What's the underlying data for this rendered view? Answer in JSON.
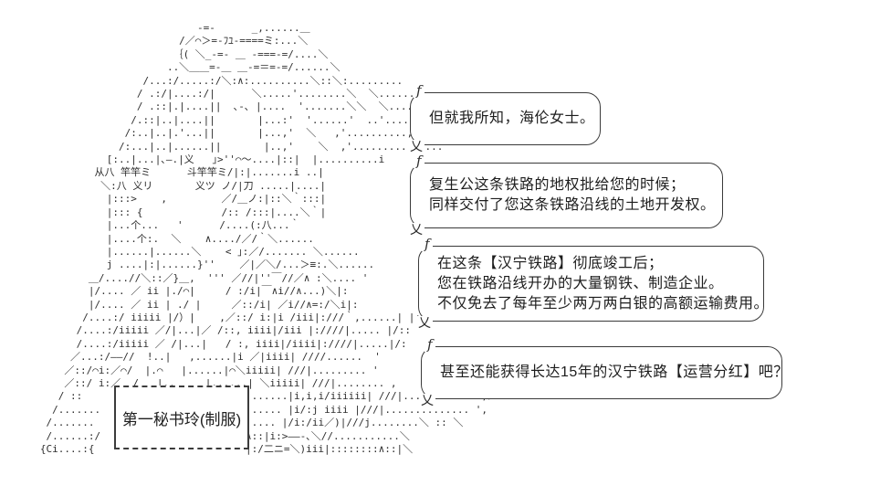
{
  "scene": {
    "background_color": "#ffffff",
    "ink_color": "#2e2e2e"
  },
  "character": {
    "name_label": "第一秘书玲(制服)",
    "ascii_art": [
      "                             -=-      _,......＿",
      "                          /／⌒＞=-ﾌﾕ-====ミ:...＼",
      "                         ｛( ＼_-=- ＿ -===-=/....＼",
      "                        ..＼＿＿=-＿ ＿-=＝=-=/......＼",
      "                    /...:/.....:/＼:∧:..........＼::＼:.........",
      "                   / .:/|....:/|      ＼.....'........＼  ＼..........",
      "                   / .::|.|....||  ､-､ |....  '.......＼＼  ＼......,",
      "                  /.::|..|....||       |...:'  '......'  ..'............",
      "                 /:..|..|.'...||       |...,'  ＼   ,'..........,......",
      "                /:...|..|......||       |..,'    ＼  ,'.........,.....",
      "              [:..|...|､—.|义   ｣>''⌒～....|::|  |..........i",
      "            从八 竿竿ミ      斗竿竿ミ/|:|.......i ..|",
      "             ＼:八 义リ       义ツ ノ/|刀 .....|....|",
      "              |:::>    ,         ／/＿ノ:|::＼｀:::|",
      "              |::: {             /:: /:::|....＼｀|",
      "              |...个...   '      /....(:八...｀",
      "              |....个:.  ＼    ∧..../／/｀＼......",
      "              |......|......＼    < ｣:／/....... ＼......",
      "              j ....|:|......}''    ／|／＼/...＞≡:.＼......",
      "           ＿/....//＼::／}＿,  ''' ／//|''￣//／∧ :＼.... '",
      "           |/.... ／ ii |./⌒|     / :/i|￣∧i//∧...)＼|:",
      "           |/.... ／ ii | ./ |     ／::/i| ／i//∧=:/＼i|:",
      "          /....:/ iiiii |/）|    ,／::/ i:|i /iii|:///｀,......| |:",
      "         /....:/iiiii ／/|...|／ /::, iiii|/iii |:////|..... |/::",
      "         /....:/iiiii ／ /|...|   / :, iiii|/iiii|:////|.....|/:",
      "        ／...:/——//  !..|   ,......|i ／|iiii| ////......  '",
      "       ／::/⌒i:／⌒/  |.⌒   |......|⌒＼iiiii| ///|......... '",
      "       ／::/ i:／  /   |..     |......| ＼iiiii| ///|........ ,",
      "      / ::                           .......|i,i,i/iiiiii| ///|............ ,＞",
      "     /.......                        ...... |i/:j iiii |///|.............. ',",
      "    /.......                         ..... |/i:/ii／)|///j........＼ :: ＼",
      "    /......:/                        ∧::|i:>——-､＼//...........＼",
      "   {Ci....:{                         |:/二ニ=＼)iii|::::::::∧::|＼"
    ]
  },
  "bubble_decor": {
    "top_left": "f",
    "bottom_left": "乂"
  },
  "dialogue": [
    {
      "lines": [
        "但就我所知，海伦女士。"
      ]
    },
    {
      "lines": [
        "复生公这条铁路的地权批给您的时候；",
        "同样交付了您这条铁路沿线的土地开发权。"
      ]
    },
    {
      "lines": [
        "在这条【汉宁铁路】彻底竣工后；",
        "您在铁路沿线开办的大量钢铁、制造企业。",
        "不仅免去了每年至少两万两白银的高额运输费用。"
      ]
    },
    {
      "lines": [
        "甚至还能获得长达15年的汉宁铁路【运营分红】吧？"
      ]
    }
  ]
}
